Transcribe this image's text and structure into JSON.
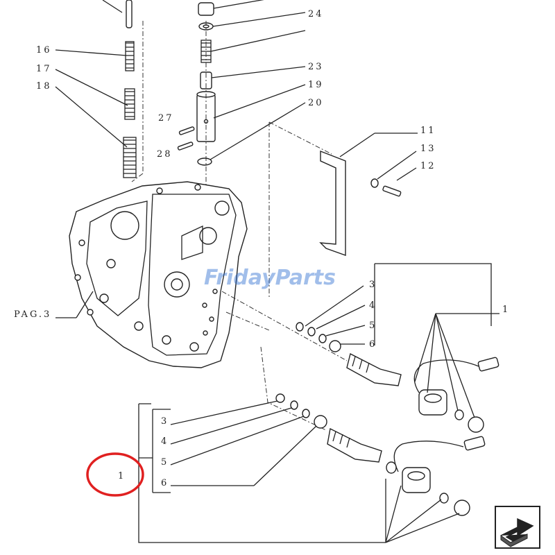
{
  "callouts": {
    "c24": "24",
    "c16": "16",
    "c17": "17",
    "c18": "18",
    "c23": "23",
    "c19": "19",
    "c20": "20",
    "c27": "27",
    "c28": "28",
    "c11": "11",
    "c13": "13",
    "c12": "12",
    "pag": "PAG.3",
    "r3": "3",
    "r4": "4",
    "r5": "5",
    "r6": "6",
    "r1": "1",
    "l3": "3",
    "l4": "4",
    "l5": "5",
    "l6": "6",
    "l1": "1"
  },
  "watermark": "FridayParts",
  "highlight_color": "#e02020",
  "nav_icon": "next-page-arrow-icon"
}
